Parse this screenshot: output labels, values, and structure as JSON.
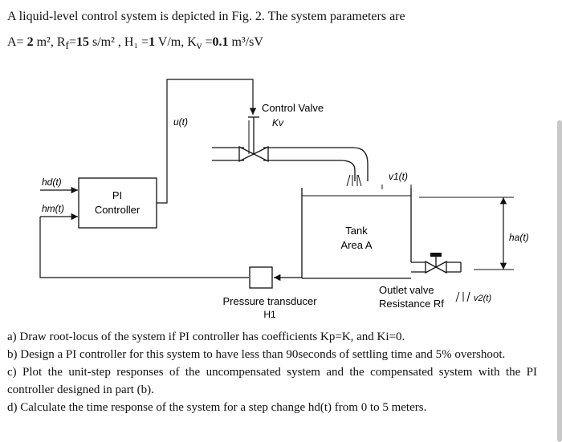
{
  "problem": {
    "intro": "A liquid-level control system is depicted in Fig. 2. The system parameters are",
    "params": {
      "A_label": "A= ",
      "A_value": "2",
      "A_unit": " m², R",
      "Rf_sub": "f",
      "Rf_eq": "=",
      "Rf_value": "15",
      "Rf_unit": " s/m² , H₁ =",
      "H1_value": "1",
      "H1_unit": " V/m, K",
      "Kv_sub": "v",
      "Kv_eq": " =",
      "Kv_value": "0.1",
      "Kv_unit": " m³/sV"
    }
  },
  "diagram": {
    "hd_label": "hd(t)",
    "hm_label": "hm(t)",
    "controller_line1": "PI",
    "controller_line2": "Controller",
    "u_label": "u(t)",
    "valve_line1": "Control Valve",
    "valve_line2": "Kv",
    "v1_label": "v1(t)",
    "tank_line1": "Tank",
    "tank_line2": "Area A",
    "ha_label": "ha(t)",
    "transducer_line1": "Pressure transducer",
    "transducer_line2": "H1",
    "outlet_line1": "Outlet valve",
    "outlet_line2": "Resistance Rf",
    "v2_label": "v2(t)"
  },
  "questions": [
    "a) Draw root-locus of the system if PI controller has coefficients Kp=K, and Ki=0.",
    "b)  Design a PI controller for this system to have less than 90seconds of settling time and 5% overshoot.",
    "c) Plot the unit-step responses of the uncompensated system and the compensated system with the PI controller designed in part (b).",
    "d) Calculate the time response of the system for a step change hd(t) from 0 to 5 meters."
  ]
}
